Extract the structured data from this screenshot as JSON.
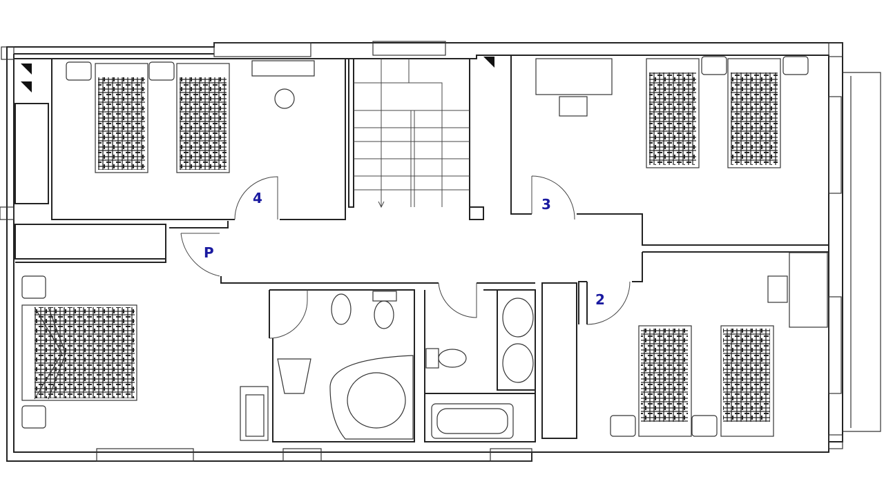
{
  "plan": {
    "room_labels": [
      {
        "id": "room-4",
        "text": "4"
      },
      {
        "id": "room-p",
        "text": "P"
      },
      {
        "id": "room-3",
        "text": "3"
      },
      {
        "id": "room-2",
        "text": "2"
      }
    ],
    "label_color": "#1a1aa0"
  }
}
